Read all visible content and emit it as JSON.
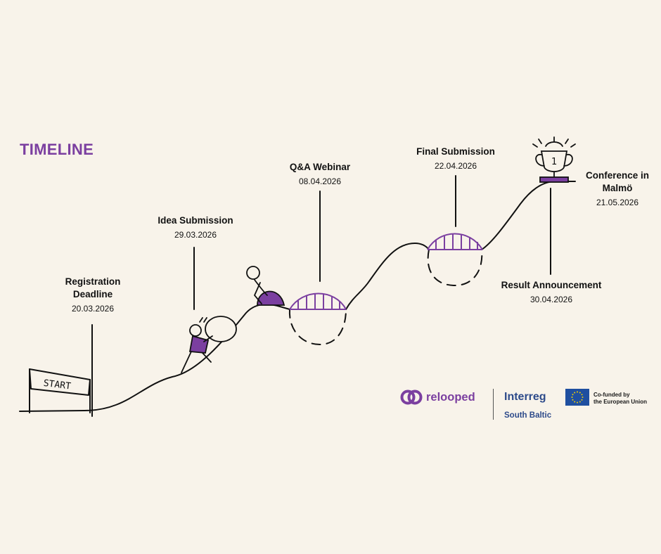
{
  "title": "TIMELINE",
  "start_sign": "START",
  "milestones": [
    {
      "label": "Registration\nDeadline",
      "date": "20.03.2026"
    },
    {
      "label": "Idea Submission",
      "date": "29.03.2026"
    },
    {
      "label": "Q&A Webinar",
      "date": "08.04.2026"
    },
    {
      "label": "Final Submission",
      "date": "22.04.2026"
    },
    {
      "label": "Conference in\nMalmö",
      "date": "21.05.2026"
    },
    {
      "label": "Result Announcement",
      "date": "30.04.2026"
    }
  ],
  "trophy_number": "1",
  "logos": {
    "relooped": "relooped",
    "interreg": "Interreg",
    "south_baltic": "South Baltic",
    "cofunded": "Co-funded by\nthe European Union"
  },
  "colors": {
    "accent": "#7b3fa0",
    "ink": "#111111",
    "background": "#f8f3ea",
    "eu_blue": "#1f4fa0"
  }
}
